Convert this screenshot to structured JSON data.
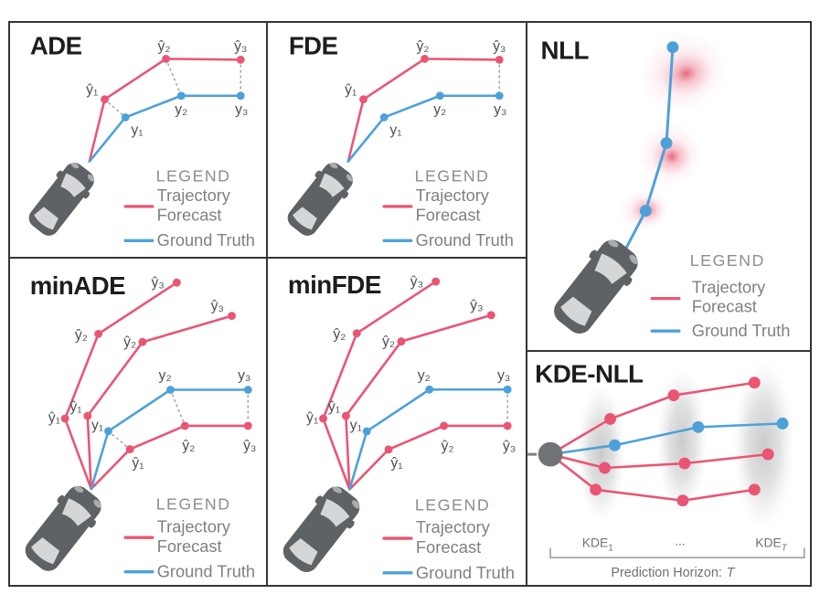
{
  "colors": {
    "forecast": "#ea5573",
    "ground_truth": "#4da1d9",
    "legend_text": "#8b8e90",
    "label_text": "#4e5154",
    "panel_border": "#333537",
    "car_body": "#5f6265",
    "car_glass": "#d4d6d7",
    "kde_node": "#717476"
  },
  "legend": {
    "heading": "LEGEND",
    "forecast_line1": "Trajectory",
    "forecast_line2": "Forecast",
    "ground_truth": "Ground Truth"
  },
  "point_labels": {
    "yhat1": "ŷ₁",
    "yhat2": "ŷ₂",
    "yhat3": "ŷ₃",
    "y1": "y₁",
    "y2": "y₂",
    "y3": "y₃"
  },
  "panels": {
    "ade": {
      "title": "ADE"
    },
    "fde": {
      "title": "FDE"
    },
    "nll": {
      "title": "NLL"
    },
    "min_ade": {
      "title": "minADE"
    },
    "min_fde": {
      "title": "minFDE"
    },
    "kde_nll": {
      "title": "KDE-NLL",
      "kde_first_prefix": "KDE",
      "kde_first_sub": "1",
      "ellipsis": "...",
      "kde_last_prefix": "KDE",
      "kde_last_sub": "T",
      "horizon_prefix": "Prediction Horizon:",
      "horizon_symbol": "T"
    }
  }
}
